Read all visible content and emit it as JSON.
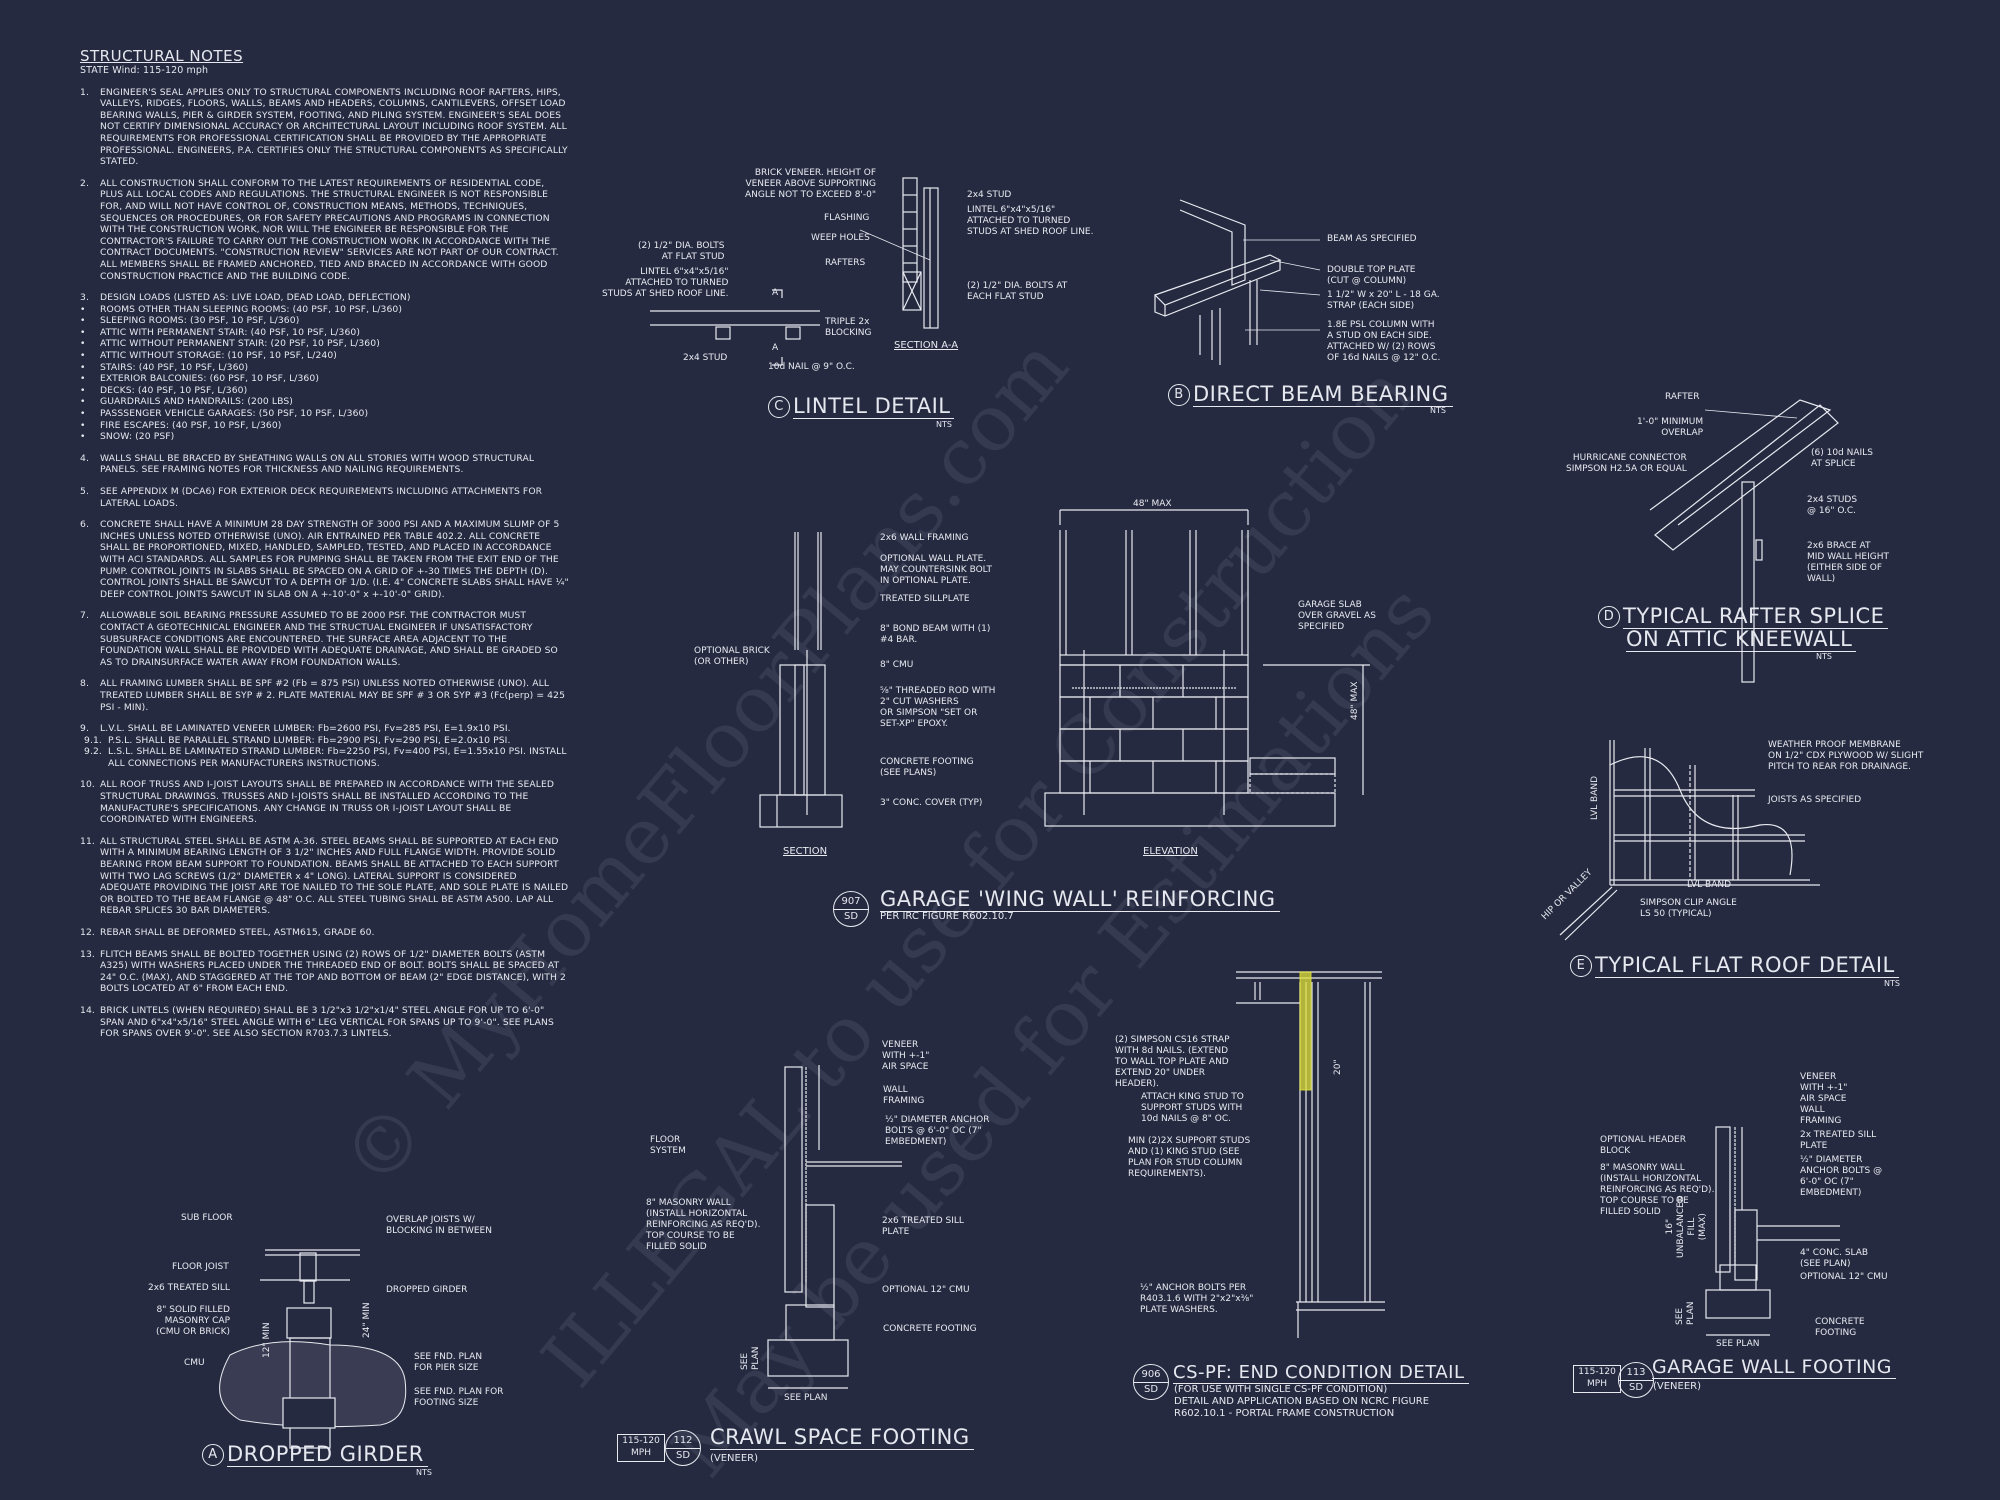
{
  "sheet": {
    "background": "#262a40",
    "line_color": "#e8eaf0",
    "highlight_color": "#e2e23a"
  },
  "watermark": {
    "line1": "© MyHomeFloorPlans.com",
    "line2": "ILLEGAL to use for Construction",
    "line3": "May be used for Estimations"
  },
  "notes": {
    "title": "STRUCTURAL NOTES",
    "subtitle": "STATE Wind: 115-120 mph",
    "items": [
      {
        "num": "1.",
        "text": "ENGINEER'S SEAL APPLIES ONLY TO STRUCTURAL COMPONENTS INCLUDING ROOF RAFTERS, HIPS, VALLEYS, RIDGES, FLOORS, WALLS, BEAMS AND HEADERS, COLUMNS, CANTILEVERS, OFFSET LOAD BEARING WALLS, PIER & GIRDER SYSTEM, FOOTING, AND PILING SYSTEM. ENGINEER'S SEAL DOES NOT CERTIFY DIMENSIONAL ACCURACY OR ARCHITECTURAL LAYOUT INCLUDING ROOF SYSTEM. ALL REQUIREMENTS FOR PROFESSIONAL CERTIFICATION SHALL BE PROVIDED BY THE APPROPRIATE PROFESSIONAL. ENGINEERS, P.A. CERTIFIES ONLY THE STRUCTURAL COMPONENTS AS SPECIFICALLY STATED."
      },
      {
        "num": "2.",
        "text": "ALL CONSTRUCTION SHALL CONFORM TO THE LATEST REQUIREMENTS OF RESIDENTIAL CODE, PLUS ALL LOCAL CODES AND REGULATIONS. THE STRUCTURAL ENGINEER IS NOT RESPONSIBLE FOR, AND WILL NOT HAVE CONTROL OF, CONSTRUCTION MEANS, METHODS, TECHNIQUES, SEQUENCES OR PROCEDURES, OR FOR SAFETY PRECAUTIONS AND PROGRAMS IN CONNECTION WITH THE CONSTRUCTION WORK, NOR WILL THE ENGINEER BE RESPONSIBLE FOR THE CONTRACTOR'S FAILURE TO CARRY OUT THE CONSTRUCTION WORK IN ACCORDANCE WITH THE CONTRACT DOCUMENTS. \"CONSTRUCTION REVIEW\" SERVICES ARE NOT PART OF OUR CONTRACT. ALL MEMBERS SHALL BE FRAMED ANCHORED, TIED AND BRACED IN ACCORDANCE WITH GOOD CONSTRUCTION PRACTICE AND THE BUILDING CODE."
      },
      {
        "num": "3.",
        "text": "DESIGN LOADS (LISTED AS: LIVE LOAD, DEAD LOAD, DEFLECTION)"
      }
    ],
    "design_loads": [
      "ROOMS OTHER THAN SLEEPING ROOMS: (40 PSF, 10 PSF, L/360)",
      "SLEEPING ROOMS: (30 PSF, 10 PSF, L/360)",
      "ATTIC WITH PERMANENT STAIR: (40 PSF, 10 PSF, L/360)",
      "ATTIC WITHOUT PERMANENT STAIR: (20 PSF, 10 PSF, L/360)",
      "ATTIC WITHOUT STORAGE: (10 PSF, 10 PSF, L/240)",
      "STAIRS: (40 PSF, 10 PSF, L/360)",
      "EXTERIOR BALCONIES: (60 PSF, 10 PSF, L/360)",
      "DECKS: (40 PSF, 10 PSF, L/360)",
      "GUARDRAILS AND HANDRAILS: (200 LBS)",
      "PASSSENGER VEHICLE GARAGES: (50 PSF, 10 PSF, L/360)",
      "FIRE ESCAPES: (40 PSF, 10 PSF, L/360)",
      "SNOW: (20 PSF)"
    ],
    "items_b": [
      {
        "num": "4.",
        "text": "WALLS SHALL BE BRACED BY SHEATHING WALLS ON ALL STORIES WITH WOOD STRUCTURAL PANELS. SEE FRAMING NOTES FOR THICKNESS AND NAILING REQUIREMENTS."
      },
      {
        "num": "5.",
        "text": "SEE APPENDIX M (DCA6) FOR EXTERIOR DECK REQUIREMENTS INCLUDING ATTACHMENTS FOR LATERAL LOADS."
      },
      {
        "num": "6.",
        "text": "CONCRETE SHALL HAVE A MINIMUM 28 DAY STRENGTH OF 3000 PSI AND A MAXIMUM SLUMP OF 5 INCHES UNLESS NOTED OTHERWISE (UNO). AIR ENTRAINED PER TABLE 402.2. ALL CONCRETE SHALL BE PROPORTIONED, MIXED, HANDLED, SAMPLED, TESTED, AND PLACED IN ACCORDANCE WITH ACI STANDARDS. ALL SAMPLES FOR PUMPING SHALL BE TAKEN FROM THE EXIT END OF THE PUMP. CONTROL JOINTS IN SLABS SHALL BE SPACED ON A GRID OF +-30 TIMES THE DEPTH (D). CONTROL JOINTS SHALL BE SAWCUT TO A DEPTH OF 1/D. (I.E. 4\" CONCRETE SLABS SHALL HAVE ¼\" DEEP CONTROL JOINTS SAWCUT IN SLAB ON A +-10'-0\" x +-10'-0\" GRID)."
      },
      {
        "num": "7.",
        "text": "ALLOWABLE SOIL BEARING PRESSURE ASSUMED TO BE 2000 PSF. THE CONTRACTOR MUST CONTACT A GEOTECHNICAL ENGINEER AND THE STRUCTUAL ENGINEER IF UNSATISFACTORY SUBSURFACE CONDITIONS ARE ENCOUNTERED. THE SURFACE AREA ADJACENT TO THE FOUNDATION WALL SHALL BE PROVIDED WITH ADEQUATE DRAINAGE, AND SHALL BE GRADED SO AS TO DRAINSURFACE WATER AWAY FROM FOUNDATION WALLS."
      },
      {
        "num": "8.",
        "text": "ALL FRAMING LUMBER SHALL BE SPF #2 (Fb = 875 PSI) UNLESS NOTED OTHERWISE (UNO). ALL TREATED LUMBER SHALL BE SYP # 2. PLATE MATERIAL MAY BE SPF # 3 OR SYP #3 (Fc(perp) = 425 PSI - MIN)."
      }
    ],
    "item9": {
      "num": "9.",
      "text": "L.V.L. SHALL BE LAMINATED VENEER LUMBER: Fb=2600 PSI, Fv=285 PSI, E=1.9x10  PSI."
    },
    "item9_subs": [
      {
        "num": "9.1.",
        "text": "P.S.L. SHALL BE PARALLEL STRAND LUMBER: Fb=2900 PSI, Fv=290 PSI, E=2.0x10  PSI."
      },
      {
        "num": "9.2.",
        "text": "L.S.L. SHALL BE LAMINATED STRAND LUMBER: Fb=2250 PSI, Fv=400 PSI, E=1.55x10  PSI. INSTALL ALL CONNECTIONS PER MANUFACTURERS INSTRUCTIONS."
      }
    ],
    "items_c": [
      {
        "num": "10.",
        "text": "ALL ROOF TRUSS AND I-JOIST LAYOUTS SHALL BE PREPARED IN ACCORDANCE WITH THE SEALED STRUCTURAL DRAWINGS. TRUSSES AND I-JOISTS SHALL BE INSTALLED ACCORDING TO THE MANUFACTURE'S SPECIFICATIONS. ANY CHANGE IN TRUSS OR I-JOIST LAYOUT SHALL BE COORDINATED WITH ENGINEERS."
      },
      {
        "num": "11.",
        "text": "ALL STRUCTURAL STEEL SHALL BE ASTM A-36. STEEL BEAMS SHALL BE SUPPORTED AT EACH END WITH A MINIMUM BEARING LENGTH OF 3 1/2\" INCHES AND FULL FLANGE WIDTH. PROVIDE SOLID BEARING FROM BEAM SUPPORT TO FOUNDATION. BEAMS SHALL BE ATTACHED TO EACH SUPPORT WITH TWO LAG SCREWS (1/2\" DIAMETER x 4\" LONG). LATERAL SUPPORT IS CONSIDERED ADEQUATE PROVIDING THE JOIST ARE TOE NAILED TO THE SOLE PLATE, AND SOLE PLATE IS NAILED OR BOLTED TO THE BEAM FLANGE @ 48\" O.C. ALL STEEL TUBING SHALL BE ASTM A500. LAP ALL REBAR SPLICES 30 BAR DIAMETERS."
      },
      {
        "num": "12.",
        "text": "REBAR SHALL BE DEFORMED STEEL, ASTM615, GRADE 60."
      },
      {
        "num": "13.",
        "text": "FLITCH BEAMS SHALL BE BOLTED TOGETHER USING (2) ROWS OF 1/2\" DIAMETER BOLTS (ASTM A325) WITH WASHERS PLACED UNDER THE THREADED END OF BOLT. BOLTS SHALL BE SPACED AT 24\" O.C. (MAX), AND STAGGERED AT THE TOP AND BOTTOM OF BEAM (2\" EDGE DISTANCE), WITH 2 BOLTS LOCATED AT 6\" FROM EACH END."
      },
      {
        "num": "14.",
        "text": "BRICK LINTELS (WHEN REQUIRED) SHALL BE 3 1/2\"x3 1/2\"x1/4\" STEEL ANGLE FOR UP TO 6'-0\" SPAN AND 6\"x4\"x5/16\" STEEL ANGLE WITH 6\" LEG VERTICAL FOR SPANS UP TO 9'-0\". SEE PLANS FOR SPANS OVER 9'-0\". SEE ALSO SECTION R703.7.3 LINTELS."
      }
    ]
  },
  "details": {
    "lintel": {
      "marker": "C",
      "title": "LINTEL DETAIL",
      "scale": "NTS",
      "labels": {
        "brick_veneer": "BRICK VENEER. HEIGHT OF\nVENEER ABOVE SUPPORTING\nANGLE NOT TO EXCEED 8'-0\"",
        "flashing": "FLASHING",
        "weep_holes": "WEEP HOLES",
        "rafters": "RAFTERS",
        "bolts_flat": "(2) 1/2\" DIA. BOLTS\nAT FLAT STUD",
        "lintel_left": "LINTEL 6\"x4\"x5/16\"\nATTACHED TO TURNED\nSTUDS AT SHED ROOF LINE.",
        "stud_2x4": "2x4 STUD",
        "nail": "10d NAIL @ 9\" O.C.",
        "triple": "TRIPLE 2x\nBLOCKING",
        "stud_right": "2x4 STUD",
        "lintel_right": "LINTEL 6\"x4\"x5/16\"\nATTACHED TO TURNED\nSTUDS AT SHED ROOF LINE.",
        "bolts_each": "(2) 1/2\" DIA. BOLTS AT\nEACH FLAT STUD",
        "section": "SECTION A-A",
        "cut_a": "A"
      }
    },
    "beam_bearing": {
      "marker": "B",
      "title": "DIRECT BEAM BEARING",
      "scale": "NTS",
      "labels": {
        "beam": "BEAM AS SPECIFIED",
        "top_plate": "DOUBLE TOP PLATE\n(CUT @ COLUMN)",
        "strap": "1 1/2\" W x 20\" L - 18 GA.\nSTRAP (EACH SIDE)",
        "column": "1.8E PSL COLUMN WITH\nA STUD ON EACH SIDE.\nATTACHED W/ (2) ROWS\nOF 16d NAILS @ 12\" O.C."
      }
    },
    "rafter_splice": {
      "marker": "D",
      "title_line1": "TYPICAL RAFTER SPLICE",
      "title_line2": "ON ATTIC KNEEWALL",
      "scale": "NTS",
      "labels": {
        "rafter": "RAFTER",
        "overlap": "1'-0\" MINIMUM\nOVERLAP",
        "hurricane": "HURRICANE CONNECTOR\nSIMPSON H2.5A OR EQUAL",
        "nails": "(6) 10d NAILS\nAT SPLICE",
        "studs": "2x4 STUDS\n@ 16\" O.C.",
        "brace": "2x6 BRACE AT\nMID WALL HEIGHT\n(EITHER SIDE OF\nWALL)"
      }
    },
    "wing_wall": {
      "num_top": "907",
      "num_bot": "SD",
      "title": "GARAGE 'WING WALL' REINFORCING",
      "subtitle": "PER IRC FIGURE R602.10.7",
      "labels": {
        "framing": "2x6 WALL FRAMING",
        "opt_plate": "OPTIONAL WALL PLATE.\nMAY COUNTERSINK BOLT\nIN OPTIONAL PLATE.",
        "sillplate": "TREATED SILLPLATE",
        "bond_beam": "8\" BOND BEAM WITH (1)\n#4 BAR.",
        "cmu": "8\" CMU",
        "rod": "⅝\" THREADED ROD WITH\n2\" CUT WASHERS\nOR SIMPSON \"SET OR\nSET-XP\" EPOXY.",
        "footing": "CONCRETE FOOTING\n(SEE PLANS)",
        "cover": "3\" CONC. COVER (TYP)",
        "opt_brick": "OPTIONAL BRICK\n(OR OTHER)",
        "max_width": "48\" MAX",
        "max_height": "48\" MAX",
        "slab": "GARAGE SLAB\nOVER GRAVEL AS\nSPECIFIED",
        "section": "SECTION",
        "elevation": "ELEVATION"
      }
    },
    "flat_roof": {
      "marker": "E",
      "title": "TYPICAL FLAT ROOF DETAIL",
      "scale": "NTS",
      "labels": {
        "membrane": "WEATHER PROOF MEMBRANE\nON 1/2\" CDX PLYWOOD W/ SLIGHT\nPITCH TO REAR FOR DRAINAGE.",
        "joists": "JOISTS AS SPECIFIED",
        "lvl_v": "LVL BAND",
        "lvl_h": "LVL BAND",
        "valley": "HIP OR VALLEY",
        "clip": "SIMPSON CLIP ANGLE\nLS 50 (TYPICAL)"
      }
    },
    "dropped_girder": {
      "marker": "A",
      "title": "DROPPED GIRDER",
      "scale": "NTS",
      "labels": {
        "subfloor": "SUB FLOOR",
        "overlap": "OVERLAP JOISTS W/\nBLOCKING IN BETWEEN",
        "joist": "FLOOR JOIST",
        "sill": "2x6 TREATED SILL",
        "girder": "DROPPED GIRDER",
        "cap": "8\" SOLID FILLED\nMASONRY CAP\n(CMU OR BRICK)",
        "min12": "12\" MIN",
        "min24": "24\" MIN",
        "cmu": "CMU",
        "pier": "SEE FND. PLAN\nFOR PIER SIZE",
        "footing": "SEE FND. PLAN FOR\nFOOTING SIZE"
      }
    },
    "crawl_space": {
      "mph_top": "115-120",
      "mph_bot": "MPH",
      "num_top": "112",
      "num_bot": "SD",
      "title": "CRAWL SPACE FOOTING",
      "subtitle": "(VENEER)",
      "labels": {
        "veneer": "VENEER\nWITH +-1\"\nAIR SPACE",
        "framing": "WALL\nFRAMING",
        "anchor": "½\" DIAMETER ANCHOR\nBOLTS @ 6'-0\" OC (7\"\nEMBEDMENT)",
        "floor": "FLOOR\nSYSTEM",
        "masonry": "8\" MASONRY WALL\n(INSTALL HORIZONTAL\nREINFORCING AS REQ'D).\nTOP COURSE TO BE\nFILLED SOLID",
        "sill": "2x6 TREATED SILL\nPLATE",
        "cmu12": "OPTIONAL 12\" CMU",
        "footing": "CONCRETE FOOTING",
        "see_plan_v": "SEE\nPLAN",
        "see_plan": "SEE PLAN"
      }
    },
    "cs_pf": {
      "num_top": "906",
      "num_bot": "SD",
      "title": "CS-PF: END CONDITION DETAIL",
      "subtitle1": "(FOR USE WITH SINGLE CS-PF CONDITION)",
      "subtitle2": "DETAIL AND APPLICATION BASED ON NCRC FIGURE",
      "subtitle3": "R602.10.1 - PORTAL FRAME CONSTRUCTION",
      "labels": {
        "strap": "(2) SIMPSON CS16 STRAP\nWITH 8d NAILS. (EXTEND\nTO WALL TOP PLATE AND\nEXTEND 20\" UNDER\nHEADER).",
        "king": "ATTACH KING STUD TO\nSUPPORT STUDS WITH\n10d NAILS @ 8\" OC.",
        "min": "MIN (2)2X SUPPORT STUDS\nAND (1) KING STUD (SEE\nPLAN FOR STUD COLUMN\nREQUIREMENTS).",
        "anchor": "½\" ANCHOR BOLTS PER\nR403.1.6 WITH 2\"x2\"x⅜\"\nPLATE WASHERS.",
        "dim": "20\""
      }
    },
    "garage_footing": {
      "mph_top": "115-120",
      "mph_bot": "MPH",
      "num_top": "113",
      "num_bot": "SD",
      "title": "GARAGE WALL FOOTING",
      "subtitle": "(VENEER)",
      "labels": {
        "veneer": "VENEER\nWITH +-1\"\nAIR SPACE",
        "framing": "WALL\nFRAMING",
        "sill": "2x TREATED SILL\nPLATE",
        "anchor": "½\" DIAMETER\nANCHOR BOLTS @\n6'-0\" OC (7\"\nEMBEDMENT)",
        "header": "OPTIONAL HEADER\nBLOCK",
        "masonry": "8\" MASONRY WALL\n(INSTALL HORIZONTAL\nREINFORCING AS REQ'D).\nTOP COURSE TO BE\nFILLED SOLID",
        "fill": "16\"\nUNBALANCED\nFILL\n(MAX)",
        "slab": "4\" CONC. SLAB\n(SEE PLAN)",
        "cmu12": "OPTIONAL 12\" CMU",
        "footing": "CONCRETE\nFOOTING",
        "see_plan_v": "SEE\nPLAN",
        "see_plan": "SEE PLAN"
      }
    }
  }
}
